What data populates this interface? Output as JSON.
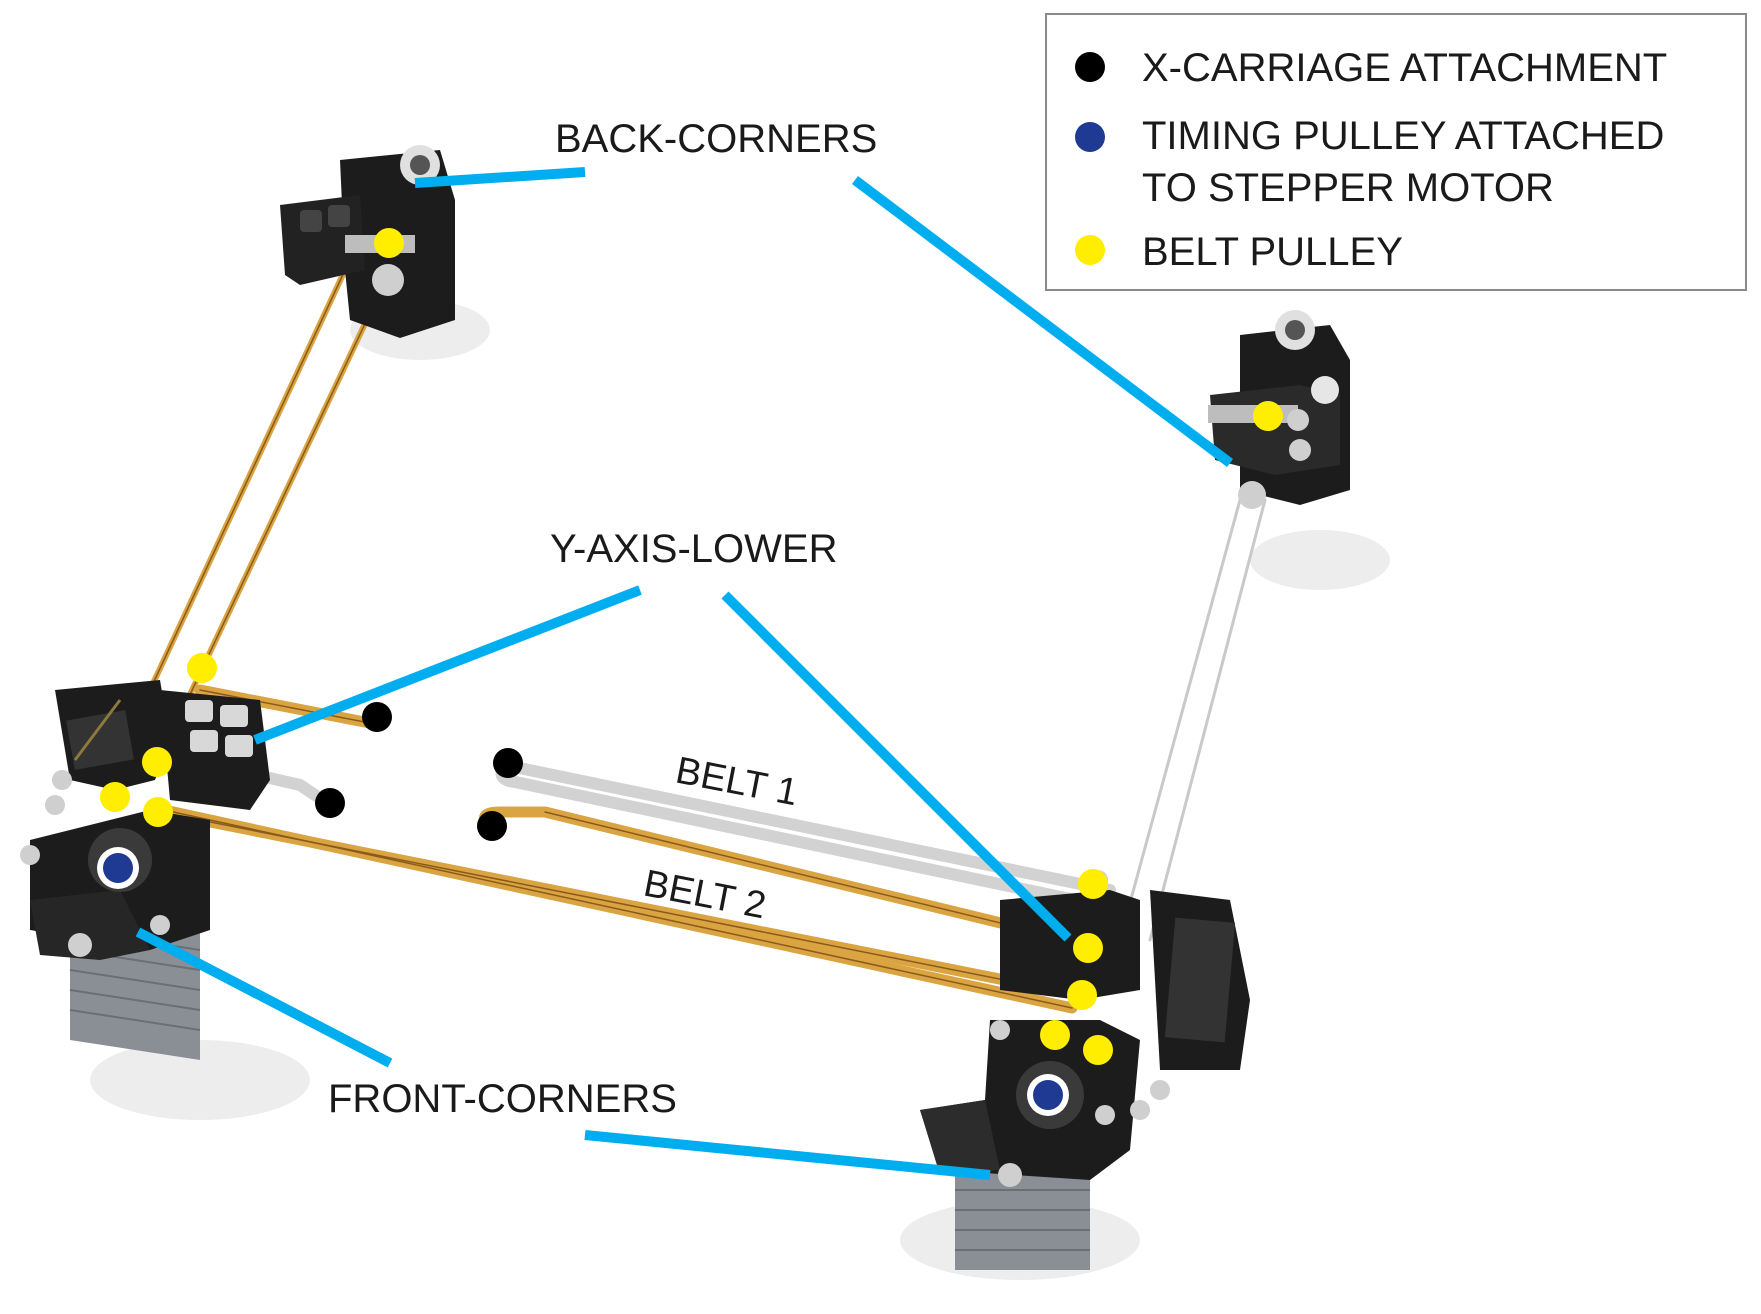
{
  "labels": {
    "back_corners": "BACK-CORNERS",
    "y_axis_lower": "Y-AXIS-LOWER",
    "front_corners": "FRONT-CORNERS",
    "belt1": "BELT 1",
    "belt2": "BELT 2"
  },
  "legend": {
    "items": [
      {
        "lines": [
          "X-CARRIAGE ATTACHMENT"
        ],
        "color": "#000000"
      },
      {
        "lines": [
          "TIMING PULLEY ATTACHED",
          "TO STEPPER MOTOR"
        ],
        "color": "#1f3a93"
      },
      {
        "lines": [
          "BELT PULLEY"
        ],
        "color": "#ffee00"
      }
    ]
  },
  "colors": {
    "callout": "#00aeef",
    "belt_orange": "#d9a441",
    "belt_gray": "#d2d2d2",
    "part_black": "#1c1c1c",
    "motor_gray": "#8a8f96",
    "pulley_yellow": "#ffee00",
    "timing_blue": "#1f3a93",
    "attach_black": "#000000"
  }
}
